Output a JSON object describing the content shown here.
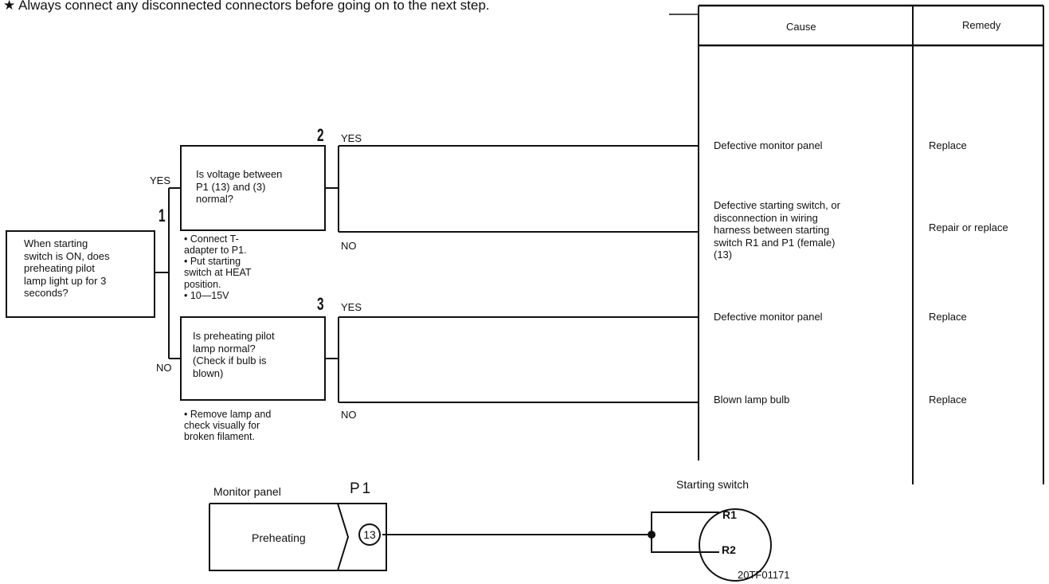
{
  "top_note": "★ Always connect any disconnected connectors before going on to the next step.",
  "table": {
    "cause_header": "Cause",
    "remedy_header": "Remedy",
    "rows": [
      {
        "cause": "Defective monitor panel",
        "remedy": "Replace"
      },
      {
        "cause": "Defective starting switch, or\ndisconnection in wiring\nharness between starting\nswitch R1 and P1 (female)\n(13)",
        "remedy": "Repair or replace"
      },
      {
        "cause": "Defective monitor panel",
        "remedy": "Replace"
      },
      {
        "cause": "Blown lamp bulb",
        "remedy": "Replace"
      }
    ]
  },
  "steps": {
    "step1": {
      "number": "1",
      "text": "When starting\nswitch is ON, does\npreheating pilot\nlamp light up for 3\nseconds?"
    },
    "step2": {
      "number": "2",
      "text": "Is voltage between\nP1 (13) and (3)\nnormal?",
      "notes": "• Connect T-\n  adapter to P1.\n• Put starting\n  switch at HEAT\n  position.\n• 10—15V"
    },
    "step3": {
      "number": "3",
      "text": "Is preheating pilot\nlamp normal?\n(Check if bulb is\nblown)",
      "notes": "• Remove lamp and\n  check visually for\n  broken filament."
    }
  },
  "branches": {
    "yes": "YES",
    "no": "NO"
  },
  "circuit": {
    "monitor_panel_label": "Monitor panel",
    "connector_label": "P1",
    "preheating_label": "Preheating",
    "pin_number": "13",
    "starting_switch_label": "Starting switch",
    "r1_label": "R1",
    "r2_label": "R2",
    "figure_id": "20TF01171"
  }
}
